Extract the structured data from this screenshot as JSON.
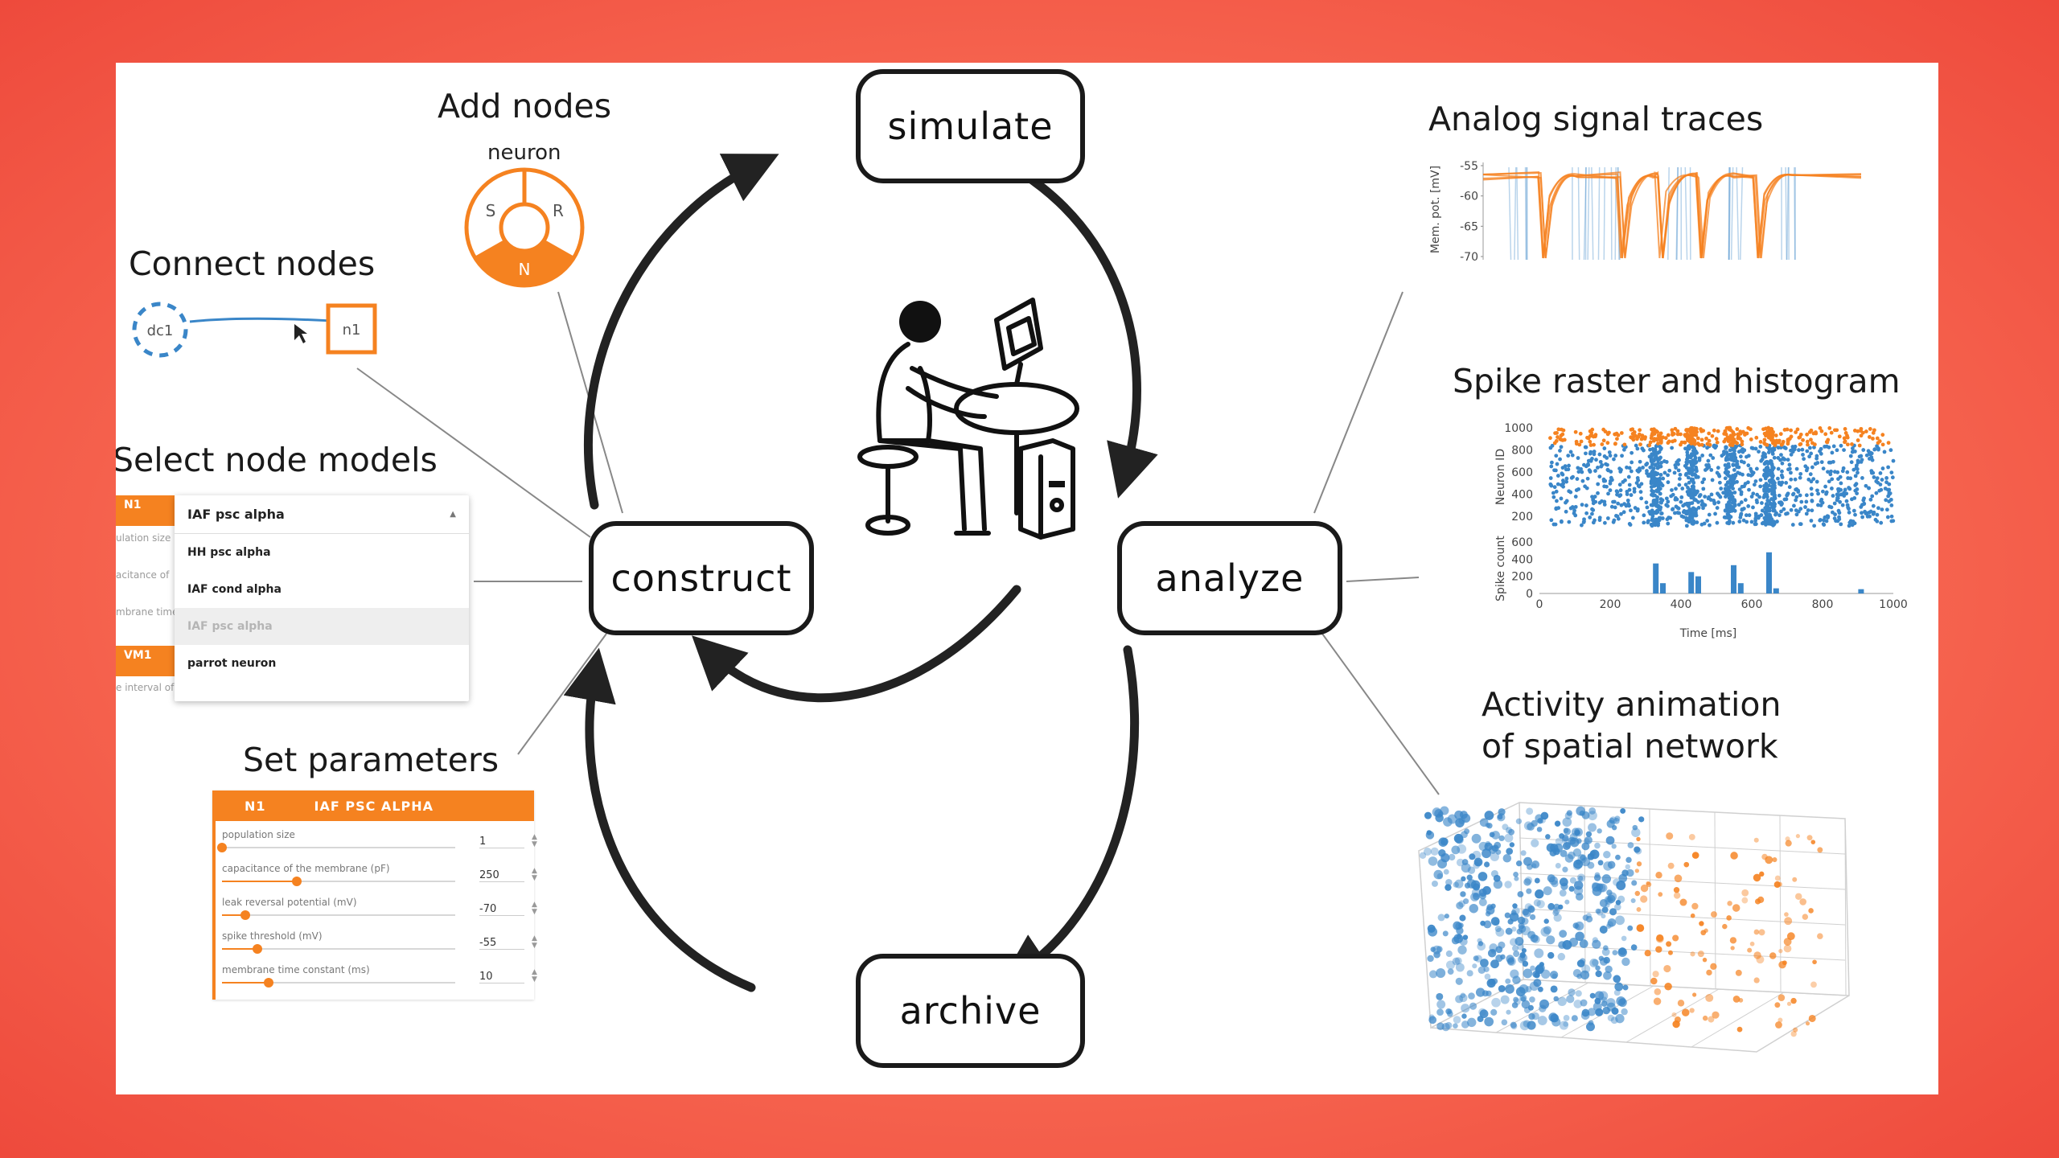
{
  "steps": {
    "simulate": "simulate",
    "construct": "construct",
    "analyze": "analyze",
    "archive": "archive"
  },
  "sections": {
    "add_nodes": "Add nodes",
    "connect_nodes": "Connect nodes",
    "select_models": "Select node models",
    "set_parameters": "Set parameters",
    "analog_traces": "Analog signal traces",
    "spike_raster": "Spike raster and histogram",
    "activity_line1": "Activity animation",
    "activity_line2": "of spatial network"
  },
  "add_nodes_widget": {
    "label": "neuron",
    "segments": [
      "S",
      "R",
      "N"
    ],
    "color": "#f58220"
  },
  "connect_widget": {
    "source": "dc1",
    "target": "n1",
    "source_color": "#3a86c8",
    "target_color": "#f58220"
  },
  "models_panel": {
    "tab1": "N1",
    "tab2": "VM1",
    "faint_labels": [
      "ulation size",
      "acitance of",
      "mbrane time",
      "e interval of"
    ],
    "selected_model": "IAF psc alpha",
    "options": [
      "HH psc alpha",
      "IAF cond alpha",
      "IAF psc alpha",
      "parrot neuron"
    ],
    "selected_index": 2
  },
  "params_panel": {
    "tag": "N1",
    "title": "IAF PSC ALPHA",
    "rows": [
      {
        "name": "population size",
        "value": "1",
        "fraction": 0.0
      },
      {
        "name": "capacitance of the membrane (pF)",
        "value": "250",
        "fraction": 0.32
      },
      {
        "name": "leak reversal potential (mV)",
        "value": "-70",
        "fraction": 0.1
      },
      {
        "name": "spike threshold (mV)",
        "value": "-55",
        "fraction": 0.15
      },
      {
        "name": "membrane time constant (ms)",
        "value": "10",
        "fraction": 0.2
      }
    ]
  },
  "chart_data": [
    {
      "type": "line",
      "title": "Analog signal traces",
      "ylabel": "Mem. pot. [mV]",
      "yticks": [
        "-55",
        "-60",
        "-65",
        "-70"
      ],
      "ylim": [
        -70,
        -55
      ],
      "series": [
        {
          "color": "#f58220",
          "dips_x": [
            0.16,
            0.37,
            0.47,
            0.58,
            0.73
          ]
        },
        {
          "color": "#3a86c8",
          "dips_x": [
            0.1,
            0.26,
            0.33,
            0.52,
            0.66,
            0.8
          ]
        }
      ]
    },
    {
      "type": "scatter",
      "title": "Spike raster and histogram",
      "ylabel": "Neuron ID",
      "yticks": [
        "1000",
        "800",
        "600",
        "400",
        "200"
      ],
      "ylim": [
        0,
        1000
      ],
      "xlim": [
        0,
        1000
      ],
      "colors": {
        "excitatory": "#3a86c8",
        "inhibitory": "#f58220"
      }
    },
    {
      "type": "bar",
      "ylabel": "Spike count",
      "yticks": [
        "600",
        "400",
        "200",
        "0"
      ],
      "xticks": [
        "0",
        "200",
        "400",
        "600",
        "800",
        "1000"
      ],
      "xlabel": "Time [ms]",
      "xlim": [
        0,
        1000
      ],
      "ylim": [
        0,
        600
      ],
      "bars": [
        {
          "x": 330,
          "value": 350
        },
        {
          "x": 350,
          "value": 120
        },
        {
          "x": 430,
          "value": 250
        },
        {
          "x": 450,
          "value": 200
        },
        {
          "x": 550,
          "value": 330
        },
        {
          "x": 570,
          "value": 120
        },
        {
          "x": 650,
          "value": 480
        },
        {
          "x": 670,
          "value": 60
        },
        {
          "x": 910,
          "value": 50
        }
      ],
      "color": "#3a86c8"
    },
    {
      "type": "scatter",
      "title": "Activity animation of spatial network",
      "colors": {
        "excitatory": "#3a86c8",
        "inhibitory": "#f58220"
      }
    }
  ]
}
